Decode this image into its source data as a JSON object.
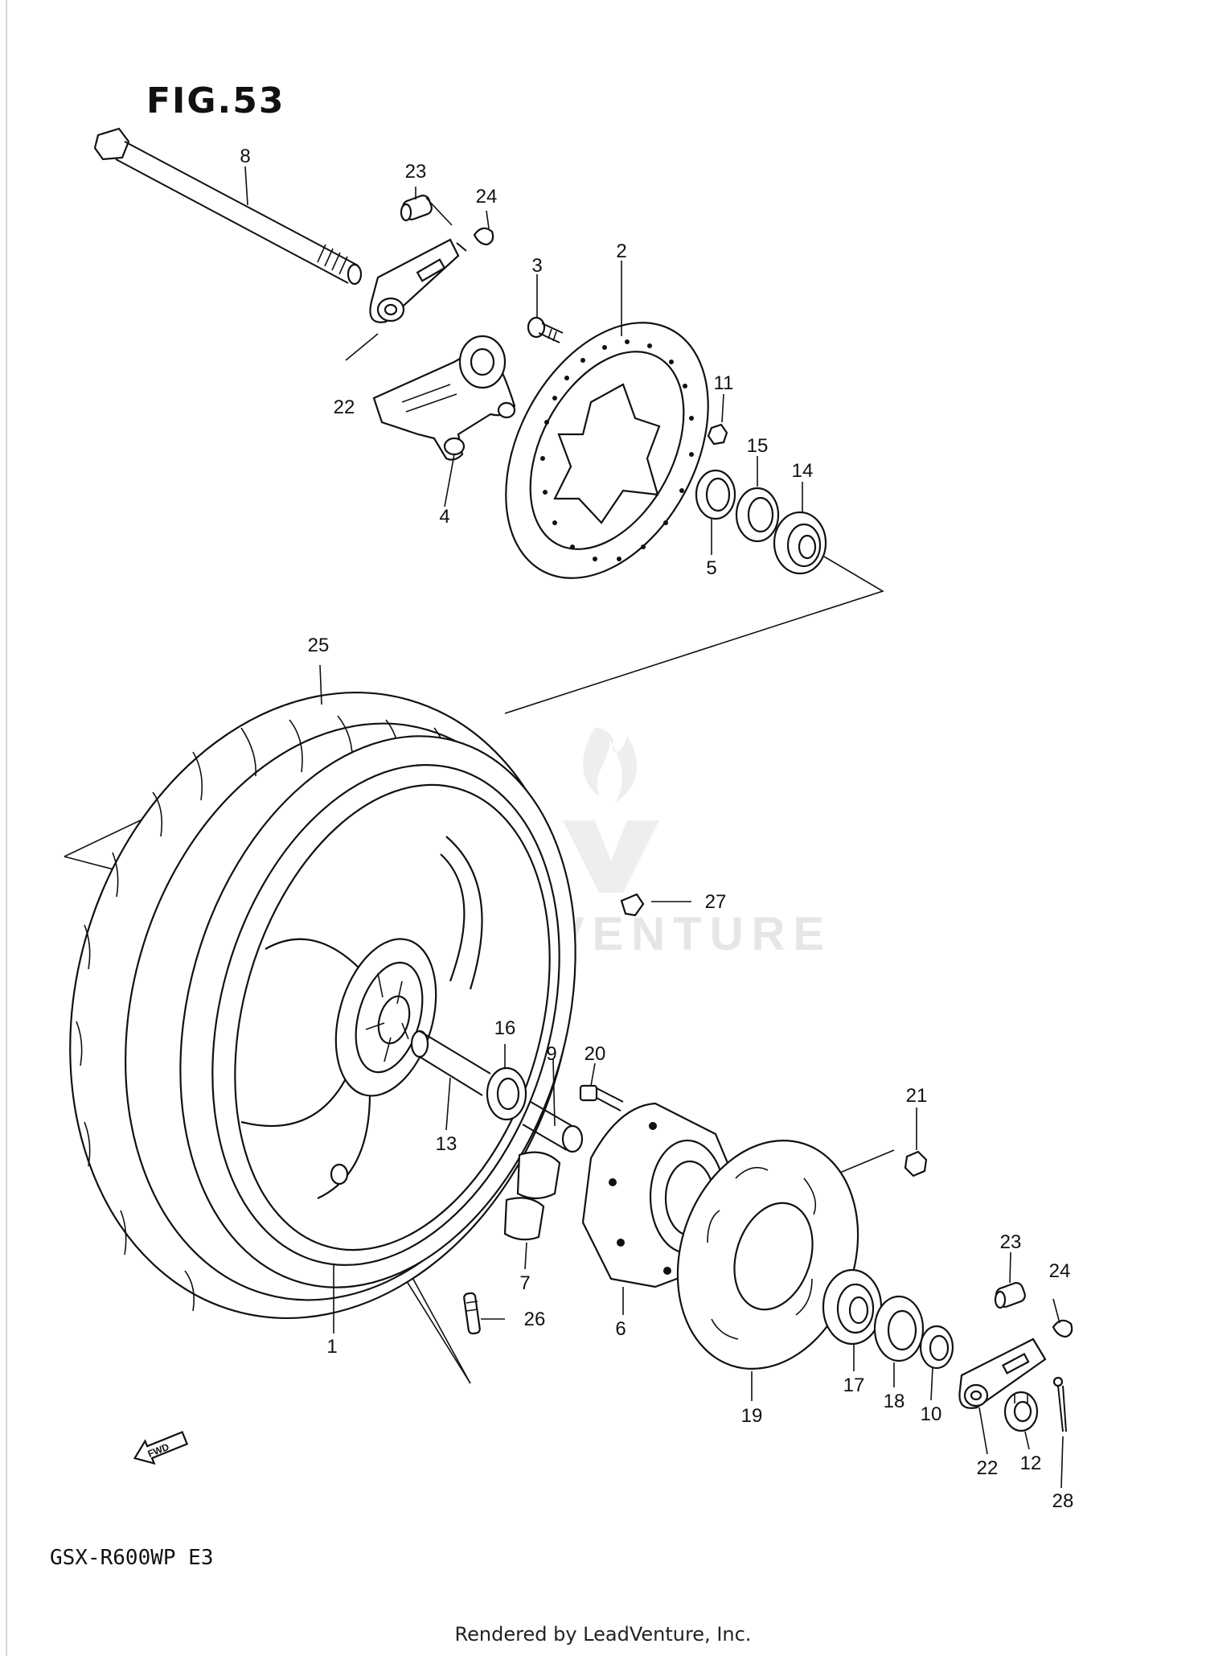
{
  "figure_title": "FIG.53",
  "model_code": "GSX-R600WP  E3",
  "footer": "Rendered by LeadVenture, Inc.",
  "watermark_text": "LEADVENTURE",
  "fwd_label": "FWD",
  "callouts": [
    "1",
    "2",
    "3",
    "4",
    "5",
    "6",
    "7",
    "8",
    "9",
    "10",
    "11",
    "12",
    "13",
    "14",
    "15",
    "16",
    "17",
    "18",
    "19",
    "20",
    "21",
    "22",
    "22",
    "23",
    "23",
    "24",
    "24",
    "25",
    "26",
    "27",
    "28"
  ]
}
